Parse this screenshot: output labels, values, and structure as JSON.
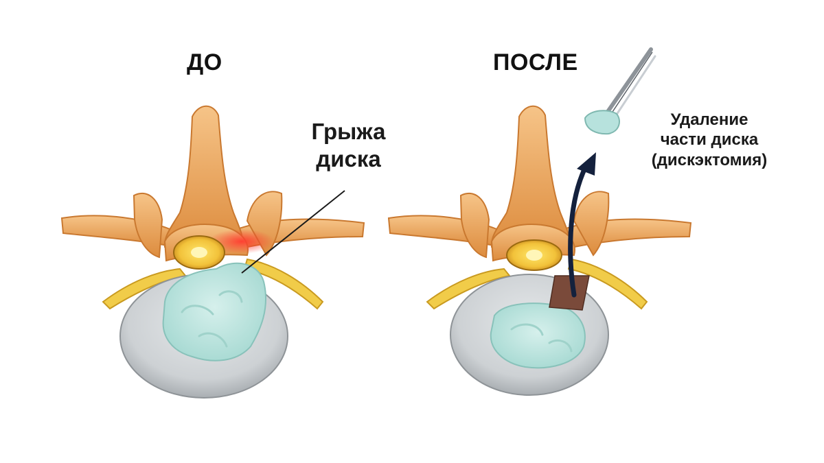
{
  "panels": {
    "before": {
      "title": "ДО"
    },
    "after": {
      "title": "ПОСЛЕ"
    }
  },
  "labels": {
    "hernia": {
      "line1": "Грыжа",
      "line2": "диска"
    },
    "removal": {
      "line1": "Удаление",
      "line2": "части диска",
      "line3": "(дискэктомия)"
    }
  },
  "colors": {
    "bone": "#e9a45a",
    "bone_dark": "#c9782f",
    "disc_outer": "#cfd3d6",
    "nucleus": "#b7e2dd",
    "nerve": "#f1cc49",
    "inflammation": "#ff4a3a",
    "removed_tissue": "#7a4a3a",
    "arrow": "#14213d"
  }
}
